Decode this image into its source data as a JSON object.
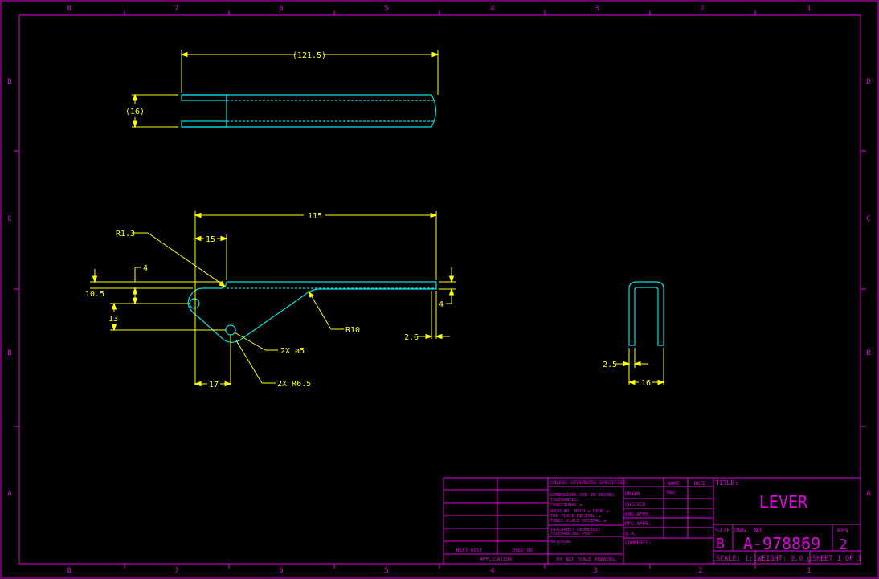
{
  "colors": {
    "frame": "#e000e0",
    "dim": "#ffff00",
    "part": "#00e0e0",
    "background": "#000000"
  },
  "border": {
    "columns": [
      "8",
      "7",
      "6",
      "5",
      "4",
      "3",
      "2",
      "1"
    ],
    "rows": [
      "D",
      "C",
      "B",
      "A"
    ]
  },
  "views": {
    "top": {
      "length_dim": "(121.5)",
      "width_dim": "(16)"
    },
    "front": {
      "overall_dim": "115",
      "slot_dim": "15",
      "bend_radius": "R1.3",
      "offset_dim": "4",
      "height_dim": "10.5",
      "hole_height_dim": "13",
      "fillet_radius": "R10",
      "holes_note": "2X ø5",
      "hole_spacing_dim": "17",
      "ends_note": "2X R6.5",
      "thickness_dim": "4",
      "tip_dim": "2.6"
    },
    "side": {
      "thickness_dim": "2.5",
      "width_dim": "16"
    }
  },
  "title_block": {
    "spec_header": "UNLESS OTHERWISE SPECIFIED:",
    "spec_lines": [
      "DIMENSIONS ARE IN INCHES",
      "TOLERANCES:",
      "FRACTIONAL ±",
      "ANGULAR: MACH  ±    BEND ±",
      "TWO PLACE DECIMAL    ±",
      "THREE PLACE DECIMAL  ±"
    ],
    "geom_lines": [
      "INTERPRET GEOMETRIC",
      "TOLERANCING PER:"
    ],
    "material_label": "MATERIAL",
    "do_not_scale": "DO NOT SCALE DRAWING",
    "next_assy": "NEXT ASSY",
    "used_on": "USED ON",
    "application": "APPLICATION",
    "name_header": "NAME",
    "date_header": "DATE",
    "drawn_label": "DRAWN",
    "drawn_name": "MAS",
    "checked_label": "CHECKED",
    "eng_label": "ENG APPR.",
    "mfg_label": "MFG APPR.",
    "qa_label": "Q.A.",
    "comments_label": "COMMENTS:",
    "title_label": "TITLE:",
    "title": "LEVER",
    "size_label": "SIZE",
    "size": "B",
    "dwg_label": "DWG.  NO.",
    "dwg_no": "A-978869",
    "rev_label": "REV",
    "rev": "2",
    "scale": "SCALE: 1:1",
    "weight": "WEIGHT: 9.0 g",
    "sheet": "SHEET 1 OF 1"
  }
}
